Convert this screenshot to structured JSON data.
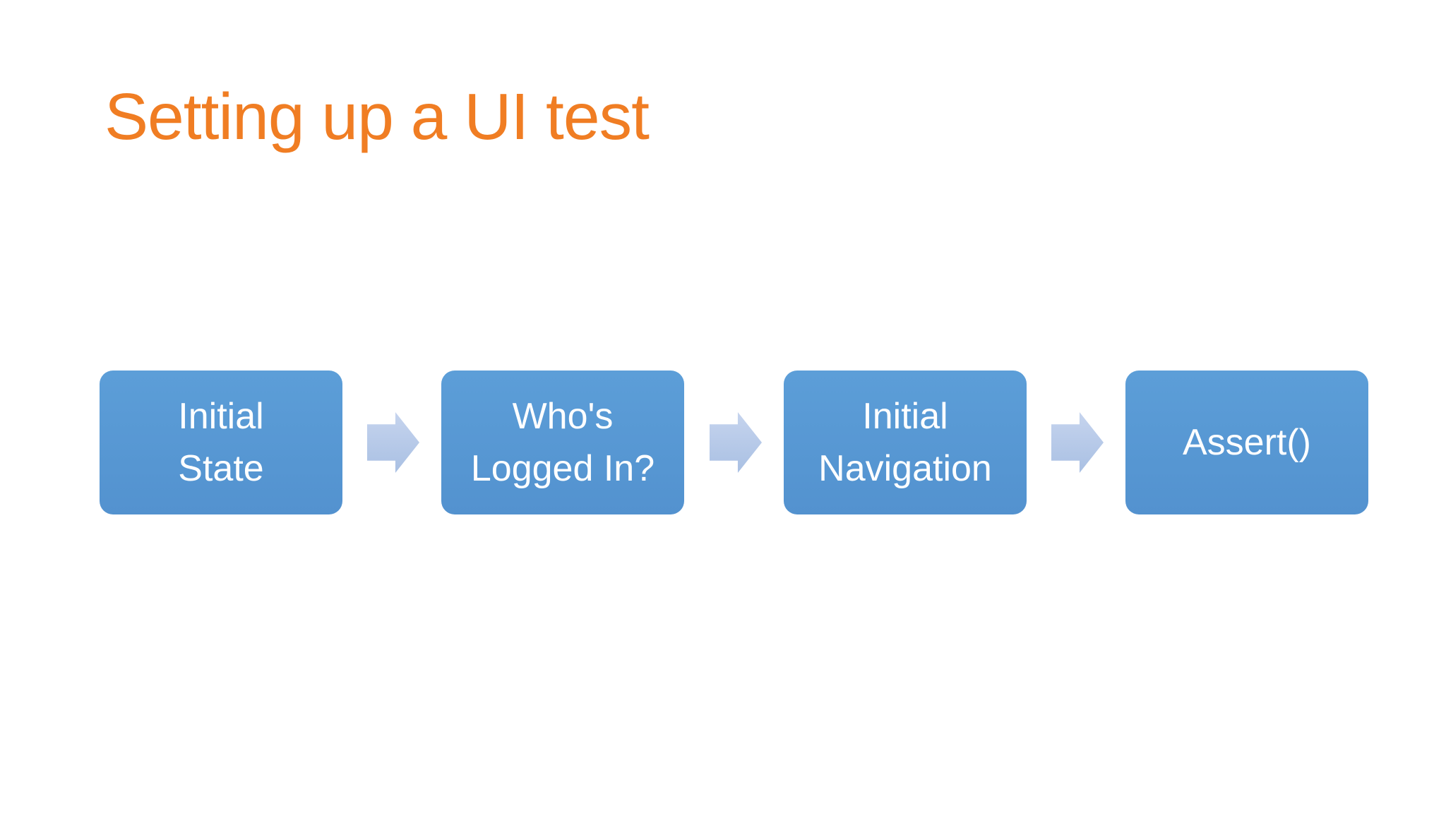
{
  "slide": {
    "title": "Setting up a UI test",
    "flow": {
      "type": "process-flow",
      "steps": [
        {
          "label": "Initial State",
          "lines": [
            "Initial",
            "State"
          ]
        },
        {
          "label": "Who's Logged In?",
          "lines": [
            "Who's",
            "Logged In?"
          ]
        },
        {
          "label": "Initial Navigation",
          "lines": [
            "Initial",
            "Navigation"
          ]
        },
        {
          "label": "Assert()",
          "lines": [
            "Assert()"
          ]
        }
      ],
      "connector": "right-block-arrow"
    },
    "colors": {
      "background": "#FFFFFF",
      "title_text": "#F07D23",
      "box_fill": "#5B9BD5",
      "box_text": "#FFFFFF",
      "arrow_fill": "#B5C9E6"
    }
  }
}
